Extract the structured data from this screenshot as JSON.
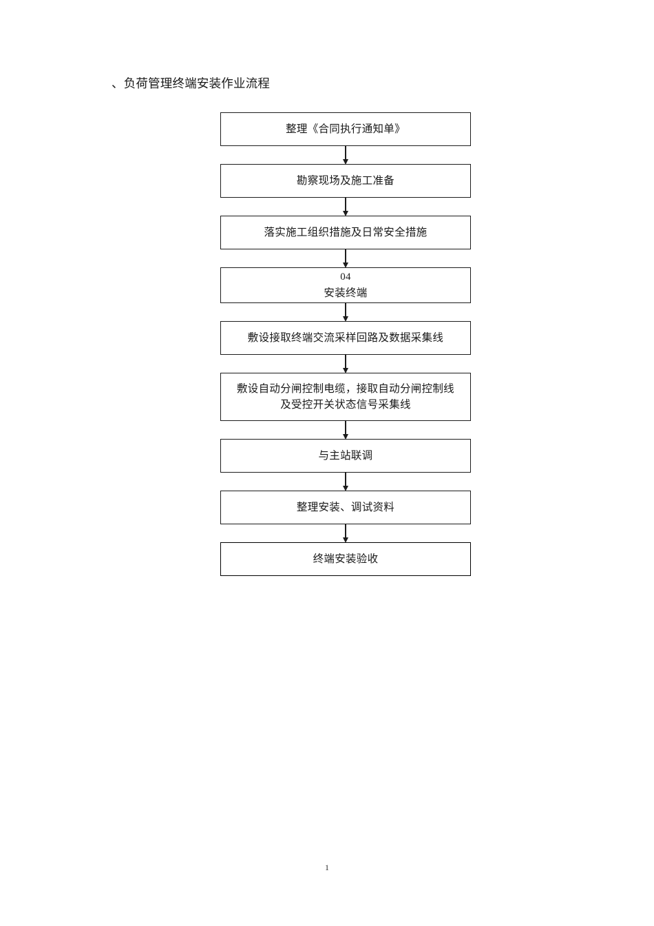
{
  "document": {
    "title": "、负荷管理终端安装作业流程",
    "page_number": "1"
  },
  "flowchart": {
    "type": "flowchart",
    "orientation": "vertical",
    "nodes": [
      {
        "id": "n1",
        "lines": [
          "整理《合同执行通知单》"
        ],
        "emphasis": false
      },
      {
        "id": "n2",
        "lines": [
          "勘察现场及施工准备"
        ],
        "emphasis": false
      },
      {
        "id": "n3",
        "lines": [
          "落实施工组织措施及日常安全措施"
        ],
        "emphasis": false
      },
      {
        "id": "n4",
        "lines": [
          "04",
          "安装终端"
        ],
        "emphasis": false
      },
      {
        "id": "n5",
        "lines": [
          "敷设接取终端交流采样回路及数据采集线"
        ],
        "emphasis": false
      },
      {
        "id": "n6",
        "lines": [
          "敷设自动分闸控制电缆，接取自动分闸控制线",
          "及受控开关状态信号采集线"
        ],
        "emphasis": false
      },
      {
        "id": "n7",
        "lines": [
          "与主站联调"
        ],
        "emphasis": false
      },
      {
        "id": "n8",
        "lines": [
          "整理安装、调试资料"
        ],
        "emphasis": false
      },
      {
        "id": "n9",
        "lines": [
          "终端安装验收"
        ],
        "emphasis": true
      }
    ],
    "edges": [
      {
        "from": "n1",
        "to": "n2",
        "style": "arrow-down"
      },
      {
        "from": "n2",
        "to": "n3",
        "style": "arrow-down"
      },
      {
        "from": "n3",
        "to": "n4",
        "style": "arrow-down"
      },
      {
        "from": "n4",
        "to": "n5",
        "style": "arrow-down"
      },
      {
        "from": "n5",
        "to": "n6",
        "style": "arrow-down"
      },
      {
        "from": "n6",
        "to": "n7",
        "style": "arrow-down"
      },
      {
        "from": "n7",
        "to": "n8",
        "style": "arrow-down"
      },
      {
        "from": "n8",
        "to": "n9",
        "style": "arrow-down"
      }
    ]
  }
}
